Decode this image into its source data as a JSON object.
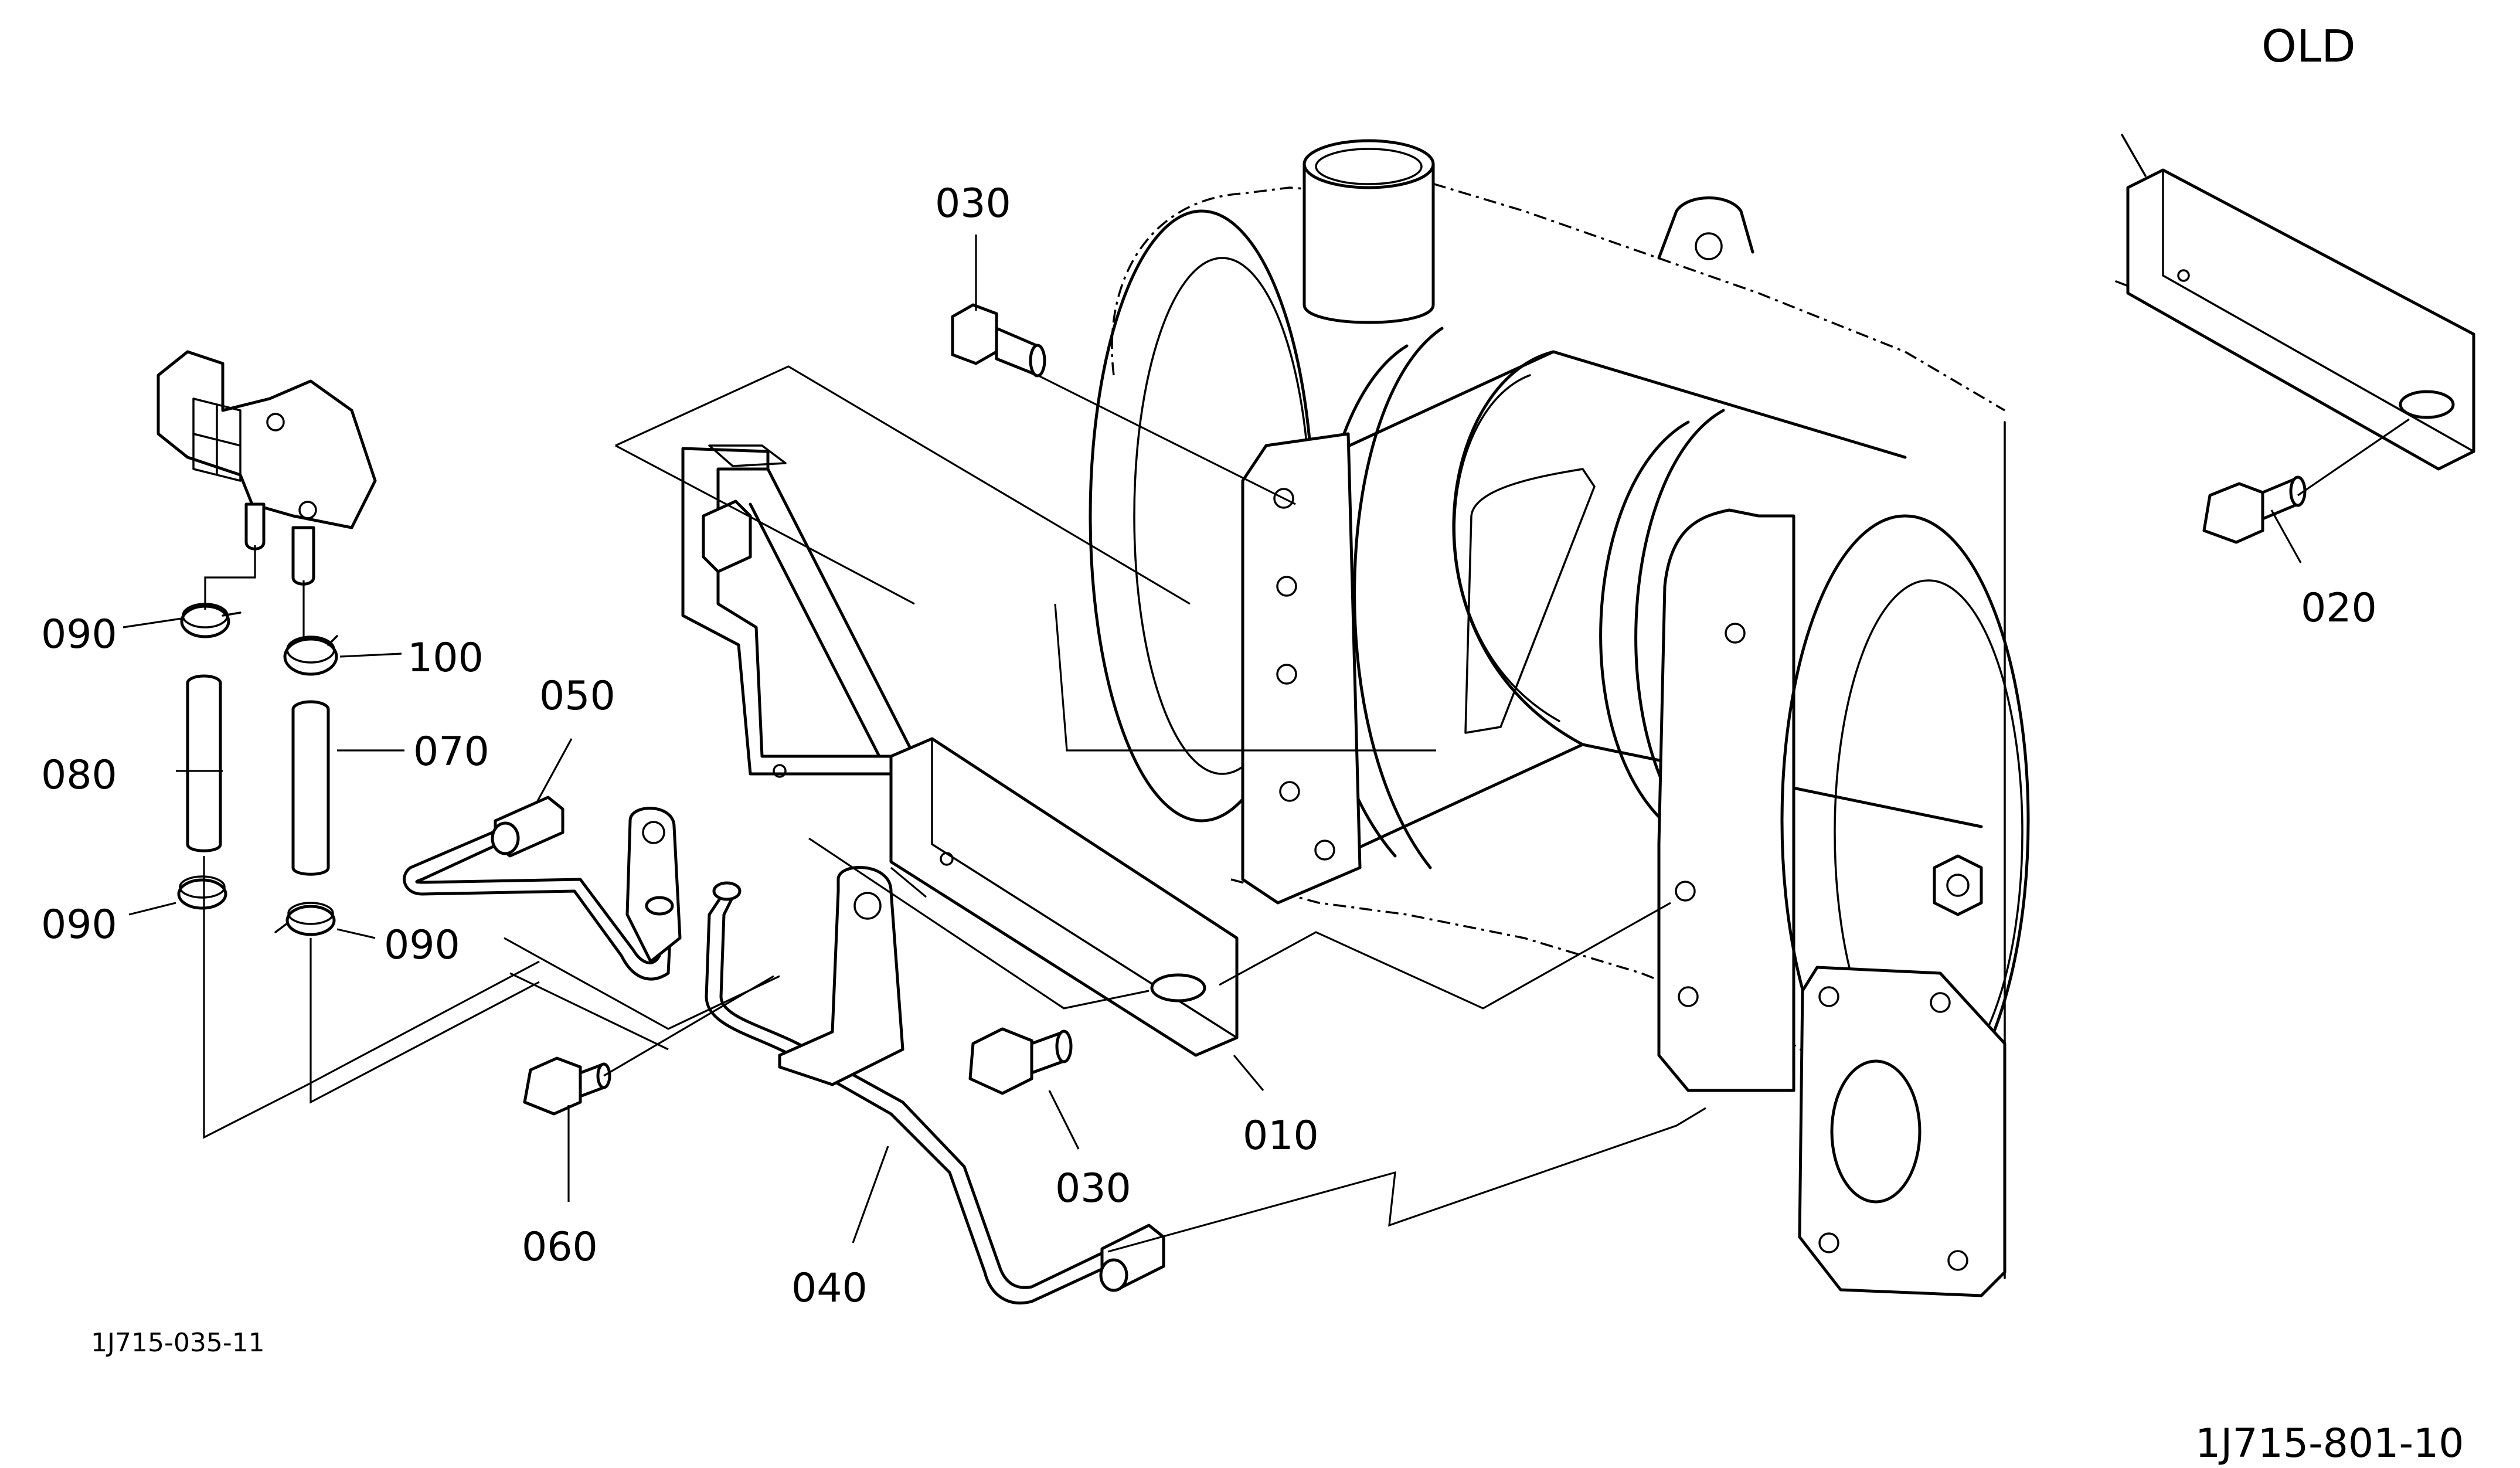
{
  "section_label": "OLD",
  "callouts": {
    "p010": "010",
    "p020": "020",
    "p030_top": "030",
    "p030_bottom": "030",
    "p040": "040",
    "p050": "050",
    "p060": "060",
    "p070": "070",
    "p080": "080",
    "p090_a": "090",
    "p090_b": "090",
    "p090_c": "090",
    "p100": "100"
  },
  "figure_codes": {
    "inset": "1J715-035-11",
    "main": "1J715-801-10"
  }
}
